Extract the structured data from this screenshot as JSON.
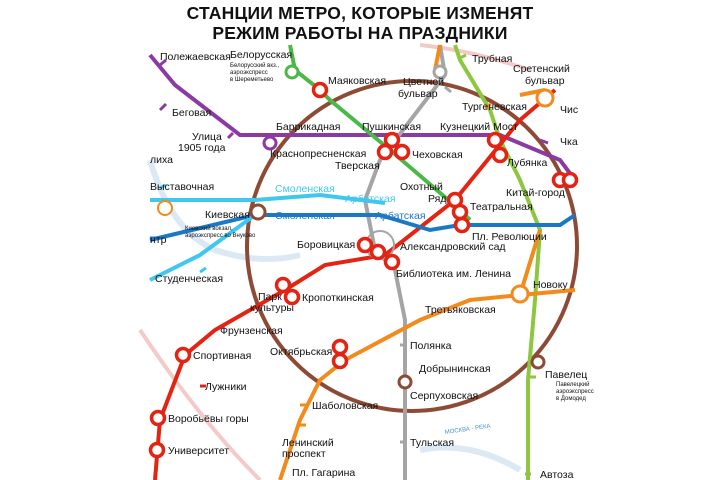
{
  "title": {
    "line1": "СТАНЦИИ МЕТРО, КОТОРЫЕ ИЗМЕНЯТ",
    "line2": "РЕЖИМ РАБОТЫ НА ПРАЗДНИКИ"
  },
  "colors": {
    "brown_ring": "#8d4b36",
    "red": "#e42313",
    "green": "#4cb849",
    "purple": "#8b3aa3",
    "blue": "#1b78c4",
    "light_blue": "#3ec8ef",
    "orange": "#f28a1c",
    "gray": "#a5a5a5",
    "lime": "#8dc63f",
    "highlight_ring": "#e42313"
  },
  "stations": {
    "polezhaevskaya": "Полежаевская",
    "belorusskaya": "Белорусская",
    "belorusskaya_note": "Белорусский вкз.,",
    "belorusskaya_note2": "аэроэкспресс",
    "belorusskaya_note3": "в Шереметьево",
    "mayakovskaya": "Маяковская",
    "tsvetnoy": "Цветной",
    "tsvetnoy2": "бульвар",
    "trubnaya": "Трубная",
    "sretensky": "Сретенский",
    "sretensky2": "бульвар",
    "chis": "Чис",
    "turgenevskaya": "Тургеневская",
    "begovaya": "Беговая",
    "ulitsa1905": "Улица",
    "ulitsa1905_2": "1905 года",
    "barrikadnaya": "Баррикадная",
    "krasnopresnenskaya": "Краснопресненская",
    "pushkinskaya": "Пушкинская",
    "kuznetsky": "Кузнецкий Мост",
    "tverskaya": "Тверская",
    "chekhovskaya": "Чеховская",
    "lubyanka": "Лубянка",
    "chka": "Чка",
    "ikha": "лиха",
    "vystavochnaya": "Выставочная",
    "okhotny": "Охотный",
    "ryad": "Ряд",
    "kitay_gorod": "Китай-город",
    "smolenskaya_top": "Смоленская",
    "arbatskaya_top": "Арбатская",
    "teatralnaya": "Театральная",
    "kievskaya": "Киевская",
    "smolenskaya": "Смоленская",
    "arbatskaya": "Арбатская",
    "kiev_note": "Киевский вокзал,",
    "kiev_note2": "аэроэкспресс во Внуково",
    "ntr": "нтр",
    "borovitskaya": "Боровицкая",
    "aleksandrovsky": "Александровский сад",
    "pl_revolyutsii": "Пл. Революции",
    "studencheskaya": "Студенческая",
    "biblioteka": "Библиотека им. Ленина",
    "novokuz": "Новоку",
    "park": "Парк",
    "kultury": "культуры",
    "kropotkinskaya": "Кропоткинская",
    "tretyakovskaya": "Третьяковская",
    "frunzenskaya": "Фрунзенская",
    "polyanka": "Полянка",
    "sportivnaya": "Спортивная",
    "oktyabrskaya": "Октябрьская",
    "dobryninskaya": "Добрынинская",
    "paveletskaya": "Павелец",
    "pav_note": "Павелецкий",
    "pav_note2": "аэроэкспресс",
    "pav_note3": "в Домодед",
    "luzhniki": "Лужники",
    "serpukhovskaya": "Серпуховская",
    "shabolovskaya": "Шаболовская",
    "vorobyovy": "Воробьёвы горы",
    "moskva_reka": "МОСКВА - РЕКА",
    "tulskaya": "Тульская",
    "universitet": "Университет",
    "leninsky": "Ленинский",
    "leninsky2": "проспект",
    "gagarina": "Пл. Гагарина",
    "avto": "Автоза"
  }
}
